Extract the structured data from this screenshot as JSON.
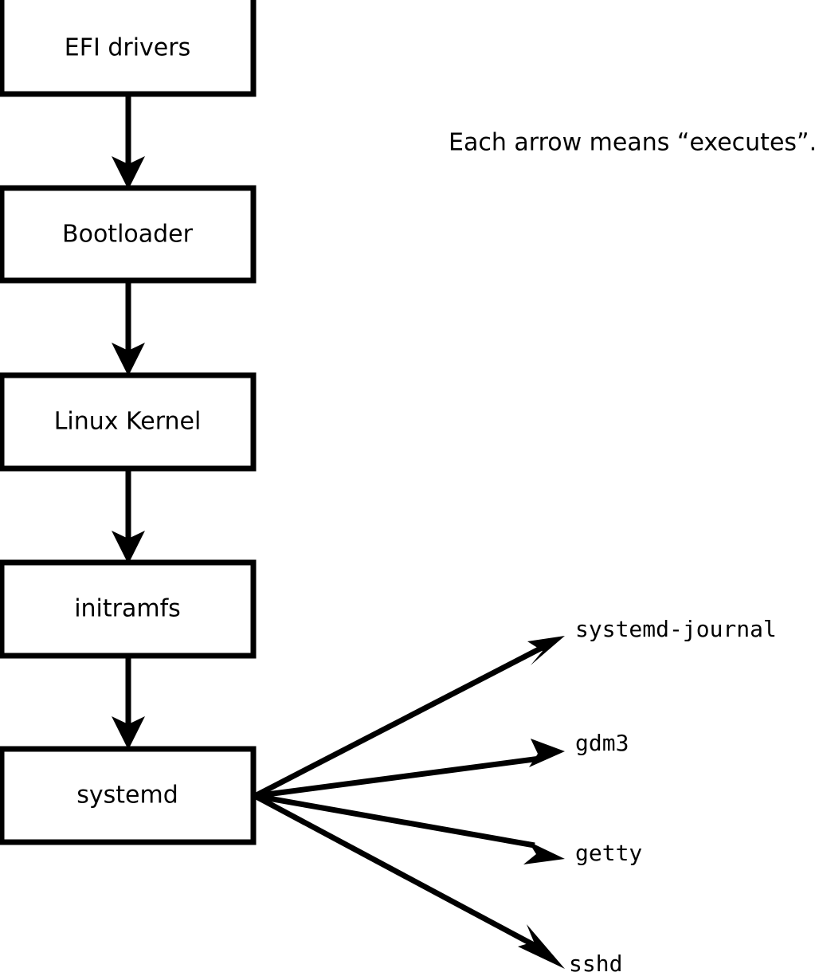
{
  "diagram": {
    "title_caption": "Each arrow means “executes”.",
    "colors": {
      "stroke": "#000000",
      "fill": "#ffffff",
      "background": "#ffffff"
    },
    "boot_chain": [
      {
        "id": "efi-drivers",
        "label": "EFI drivers"
      },
      {
        "id": "bootloader",
        "label": "Bootloader"
      },
      {
        "id": "linux-kernel",
        "label": "Linux Kernel"
      },
      {
        "id": "initramfs",
        "label": "initramfs"
      },
      {
        "id": "systemd",
        "label": "systemd"
      }
    ],
    "services": [
      {
        "id": "systemd-journal",
        "label": "systemd-journal"
      },
      {
        "id": "gdm3",
        "label": "gdm3"
      },
      {
        "id": "getty",
        "label": "getty"
      },
      {
        "id": "sshd",
        "label": "sshd"
      }
    ]
  }
}
